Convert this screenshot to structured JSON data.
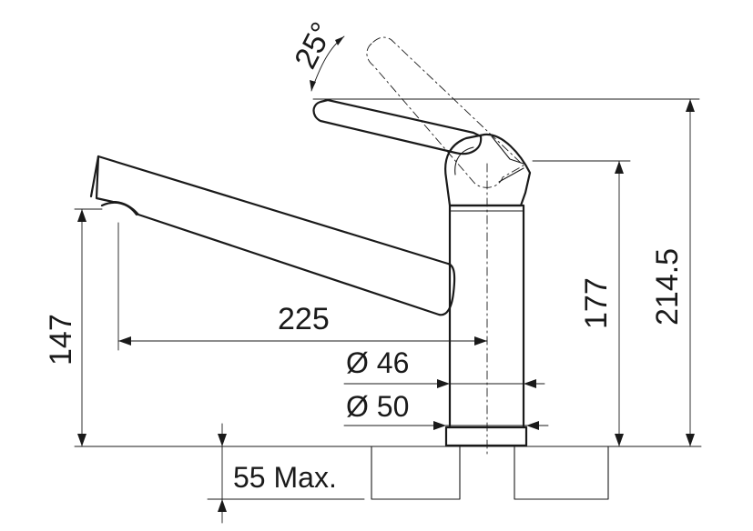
{
  "dimensions": {
    "angle": "25°",
    "spout_reach": "225",
    "spout_height": "147",
    "body_height": "177",
    "total_height": "214.5",
    "diameter_top": "Ø 46",
    "diameter_base": "Ø 50",
    "counter_thickness": "55 Max."
  }
}
